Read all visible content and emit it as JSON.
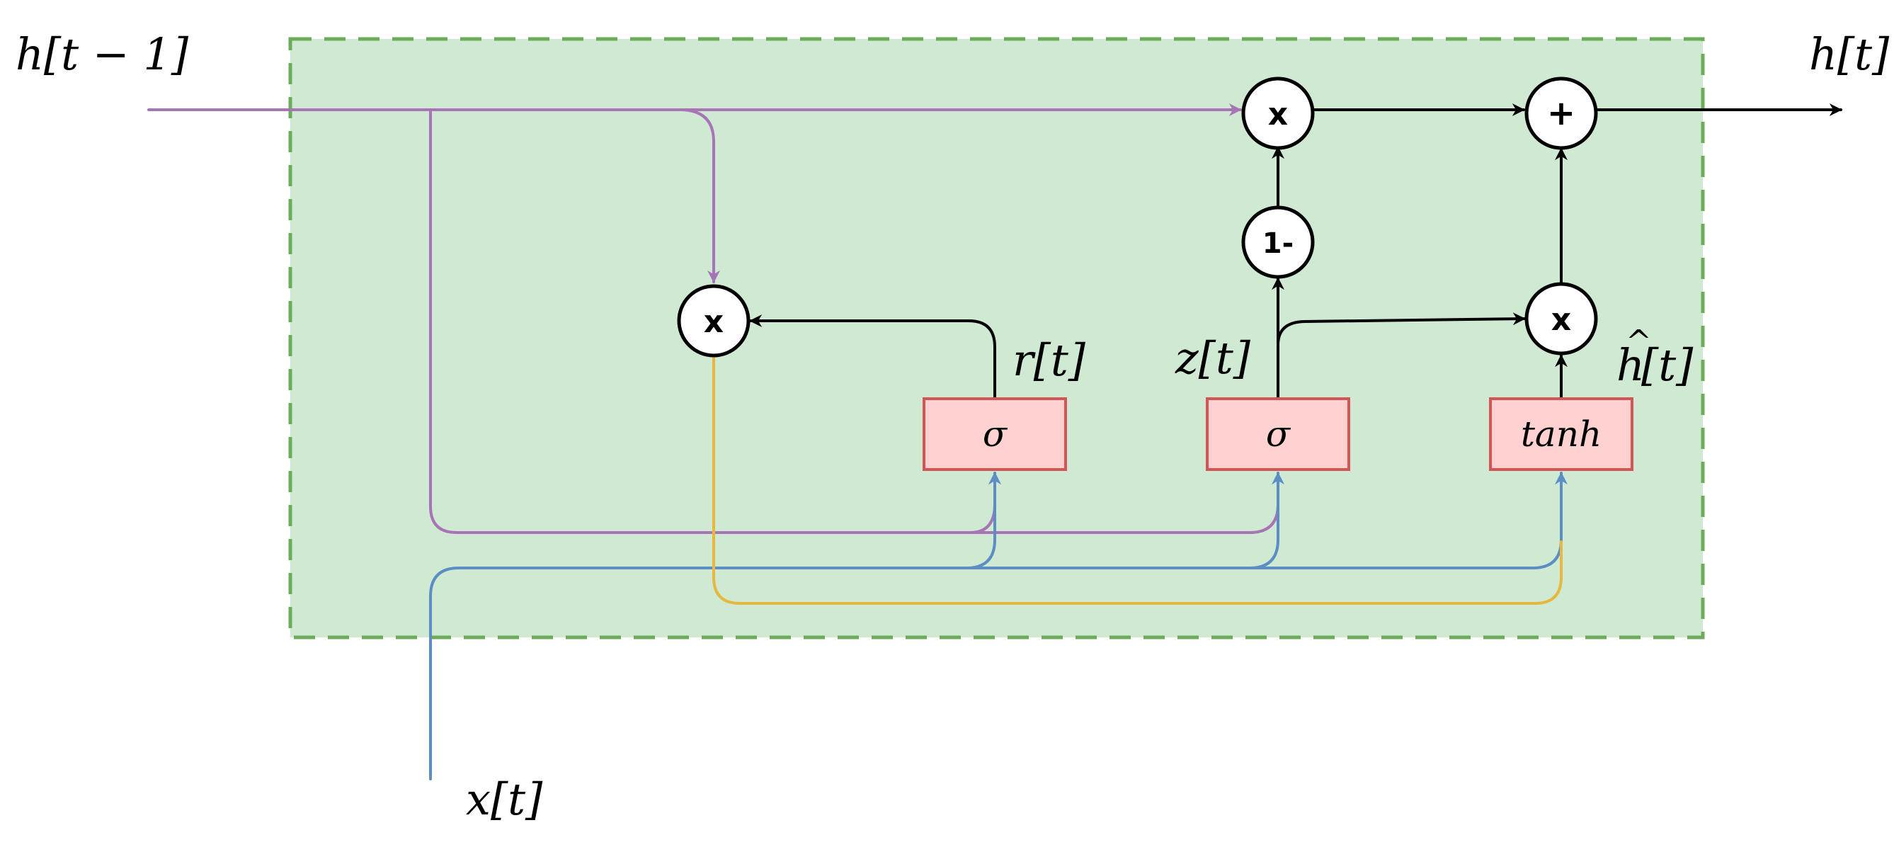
{
  "colors": {
    "cell_fill": "#cfe9d3",
    "cell_border": "#6aac5a",
    "gate_fill": "#ffd1d1",
    "gate_border": "#d35454",
    "hidden_path": "#a774b6",
    "input_path": "#5b8fc4",
    "reset_path": "#e6b83f",
    "main_path": "#000000"
  },
  "labels": {
    "h_prev": "h[t − 1]",
    "h_out": "h[t]",
    "x_in": "x[t]",
    "r_t": "r[t]",
    "z_t": "z[t]",
    "h_hat_base": "h",
    "h_hat_hat": "^",
    "h_hat_suffix": "[t]"
  },
  "gates": {
    "reset": "σ",
    "update": "σ",
    "candidate": "tanh"
  },
  "ops": {
    "mult_reset": "x",
    "mult_top": "x",
    "mult_candidate": "x",
    "one_minus": "1-",
    "add": "+"
  }
}
